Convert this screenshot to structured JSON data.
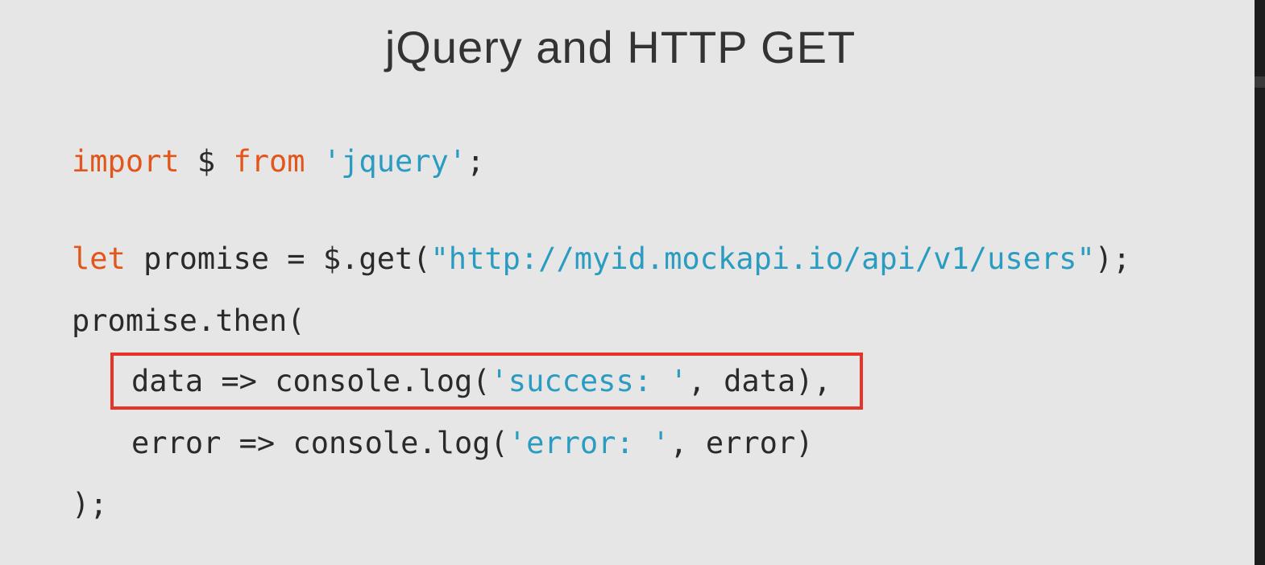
{
  "slide": {
    "title": "jQuery and HTTP GET"
  },
  "code": {
    "line1": {
      "kw_import": "import",
      "sym": " $ ",
      "kw_from": "from",
      "space": " ",
      "str": "'jquery'",
      "end": ";"
    },
    "line2": {
      "kw_let": "let",
      "mid": " promise = $.get(",
      "str": "\"http://myid.mockapi.io/api/v1/users\"",
      "end": ");"
    },
    "line3": {
      "text": "promise.then("
    },
    "line4": {
      "pre": "data => console.log(",
      "str": "'success: '",
      "post": ", data),"
    },
    "line5": {
      "pre": "error => console.log(",
      "str": "'error: '",
      "post": ", error)"
    },
    "line6": {
      "text": ");"
    }
  },
  "colors": {
    "background": "#e6e6e6",
    "keyword": "#e2561c",
    "string": "#2b9cc1",
    "highlight": "#e53328",
    "text": "#2a2a2a"
  }
}
